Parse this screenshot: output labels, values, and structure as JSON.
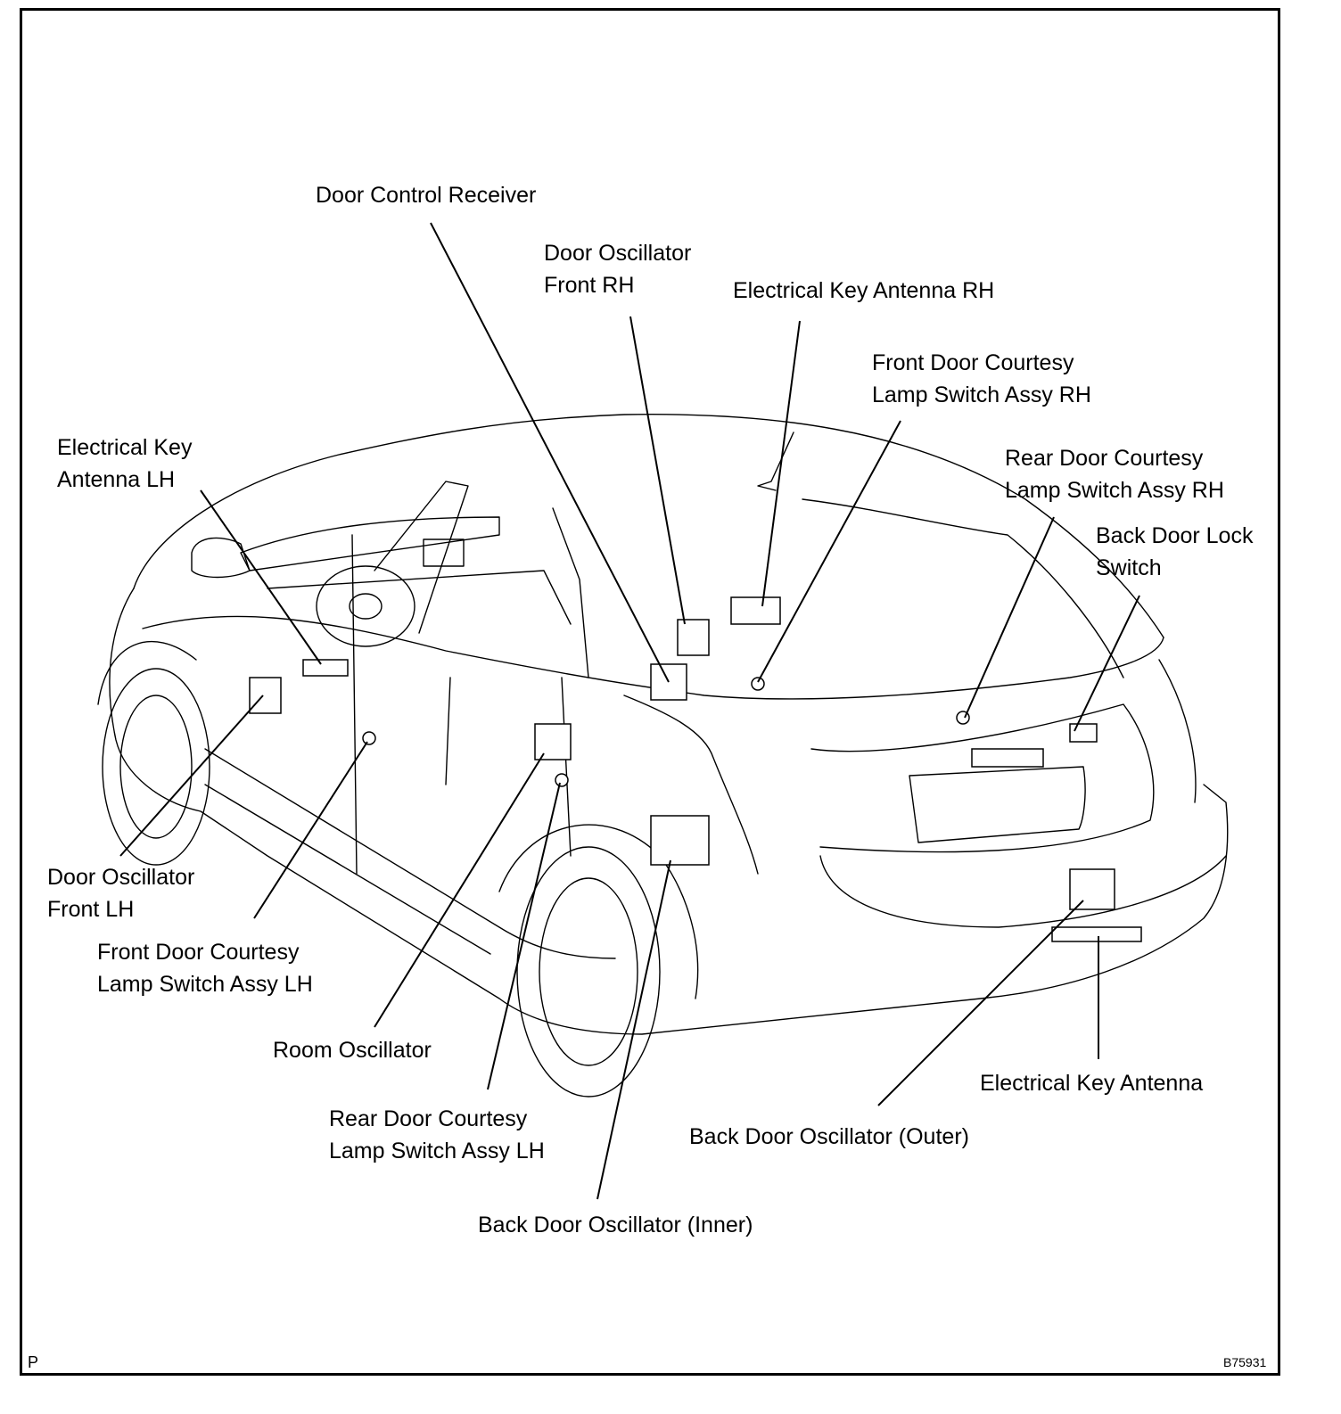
{
  "labels": {
    "door_control_receiver": "Door Control Receiver",
    "door_osc_front_rh_1": "Door Oscillator",
    "door_osc_front_rh_2": "Front RH",
    "ek_antenna_rh": "Electrical Key Antenna RH",
    "front_courtesy_rh_1": "Front Door Courtesy",
    "front_courtesy_rh_2": "Lamp Switch Assy RH",
    "rear_courtesy_rh_1": "Rear Door Courtesy",
    "rear_courtesy_rh_2": "Lamp Switch Assy RH",
    "back_door_lock_1": "Back Door Lock",
    "back_door_lock_2": "Switch",
    "ek_antenna_lh_1": "Electrical Key",
    "ek_antenna_lh_2": "Antenna LH",
    "door_osc_front_lh_1": "Door Oscillator",
    "door_osc_front_lh_2": "Front LH",
    "front_courtesy_lh_1": "Front Door Courtesy",
    "front_courtesy_lh_2": "Lamp Switch Assy LH",
    "room_oscillator": "Room Oscillator",
    "rear_courtesy_lh_1": "Rear Door Courtesy",
    "rear_courtesy_lh_2": "Lamp Switch Assy LH",
    "back_door_osc_inner": "Back Door Oscillator (Inner)",
    "back_door_osc_outer": "Back Door Oscillator (Outer)",
    "ek_antenna": "Electrical Key Antenna"
  },
  "corner": {
    "left": "P",
    "right": "B75931"
  }
}
